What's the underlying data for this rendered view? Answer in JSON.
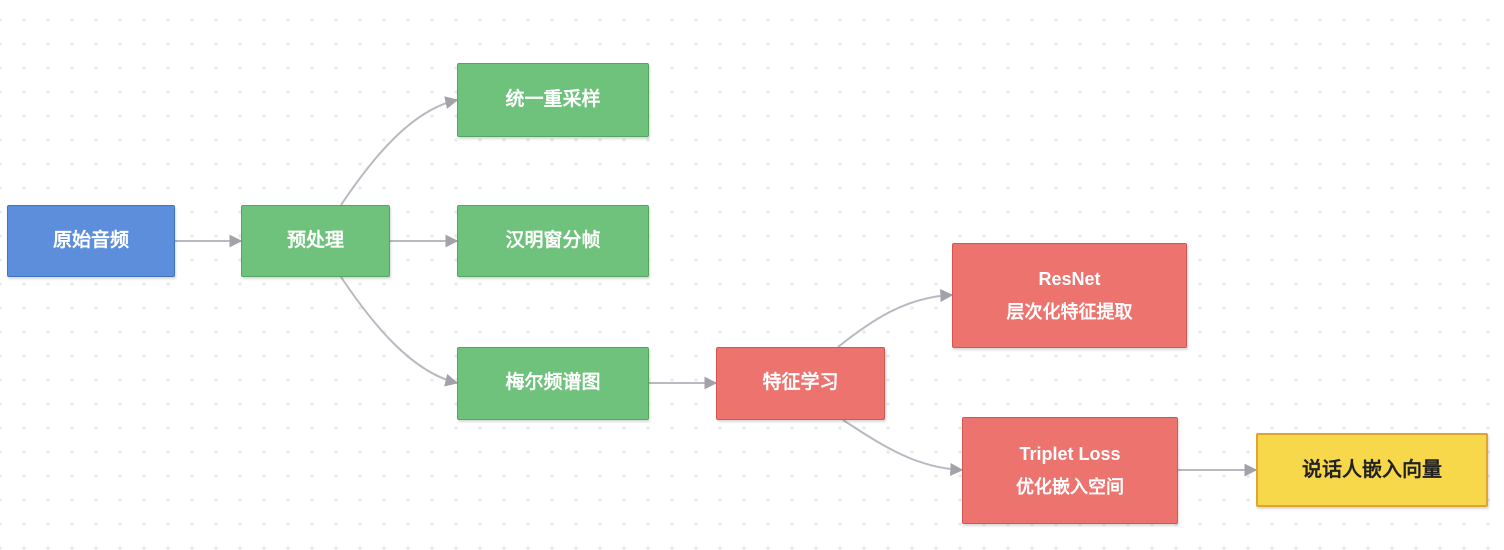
{
  "palette": {
    "blue_fill": "#5c8edb",
    "blue_border": "#4372c4",
    "green_fill": "#6fc27b",
    "green_border": "#54a560",
    "red_fill": "#ed736f",
    "red_border": "#d9534f",
    "yellow_fill": "#f6d84a",
    "yellow_border": "#dfa32f",
    "edge": "#b9b9c2",
    "edge_head": "#a2a2ab",
    "dot": "#ececec",
    "text_light": "#ffffff",
    "text_dark": "#222222"
  },
  "nodes": [
    {
      "id": "raw-audio",
      "label": "原始音频",
      "color": "blue"
    },
    {
      "id": "preprocess",
      "label": "预处理",
      "color": "green"
    },
    {
      "id": "resample",
      "label": "统一重采样",
      "color": "green"
    },
    {
      "id": "hamming",
      "label": "汉明窗分帧",
      "color": "green"
    },
    {
      "id": "mel-spectrogram",
      "label": "梅尔频谱图",
      "color": "green"
    },
    {
      "id": "feature-learning",
      "label": "特征学习",
      "color": "red"
    },
    {
      "id": "resnet",
      "label": "ResNet",
      "sublabel": "层次化特征提取",
      "color": "red"
    },
    {
      "id": "triplet-loss",
      "label": "Triplet Loss",
      "sublabel": "优化嵌入空间",
      "color": "red"
    },
    {
      "id": "speaker-embedding",
      "label": "说话人嵌入向量",
      "color": "yellow"
    }
  ],
  "edges": [
    {
      "from": "raw-audio",
      "to": "preprocess"
    },
    {
      "from": "preprocess",
      "to": "resample"
    },
    {
      "from": "preprocess",
      "to": "hamming"
    },
    {
      "from": "preprocess",
      "to": "mel-spectrogram"
    },
    {
      "from": "mel-spectrogram",
      "to": "feature-learning"
    },
    {
      "from": "feature-learning",
      "to": "resnet"
    },
    {
      "from": "feature-learning",
      "to": "triplet-loss"
    },
    {
      "from": "triplet-loss",
      "to": "speaker-embedding"
    }
  ]
}
